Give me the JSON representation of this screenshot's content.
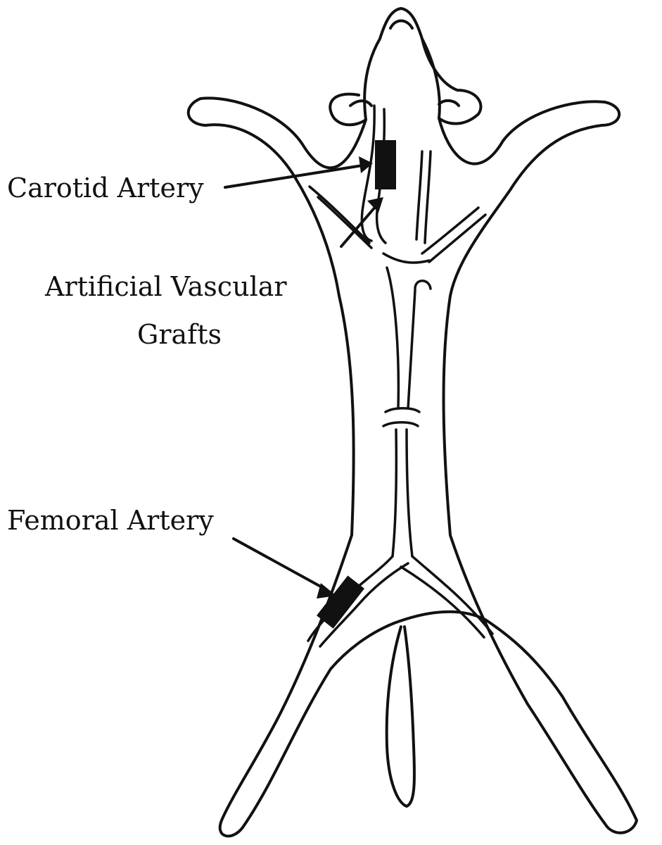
{
  "labels": {
    "carotid": "Carotid Artery",
    "grafts_line1": "Artificial Vascular",
    "grafts_line2": "Grafts",
    "femoral": "Femoral Artery"
  },
  "colors": {
    "ink": "#111111",
    "background": "#ffffff"
  }
}
